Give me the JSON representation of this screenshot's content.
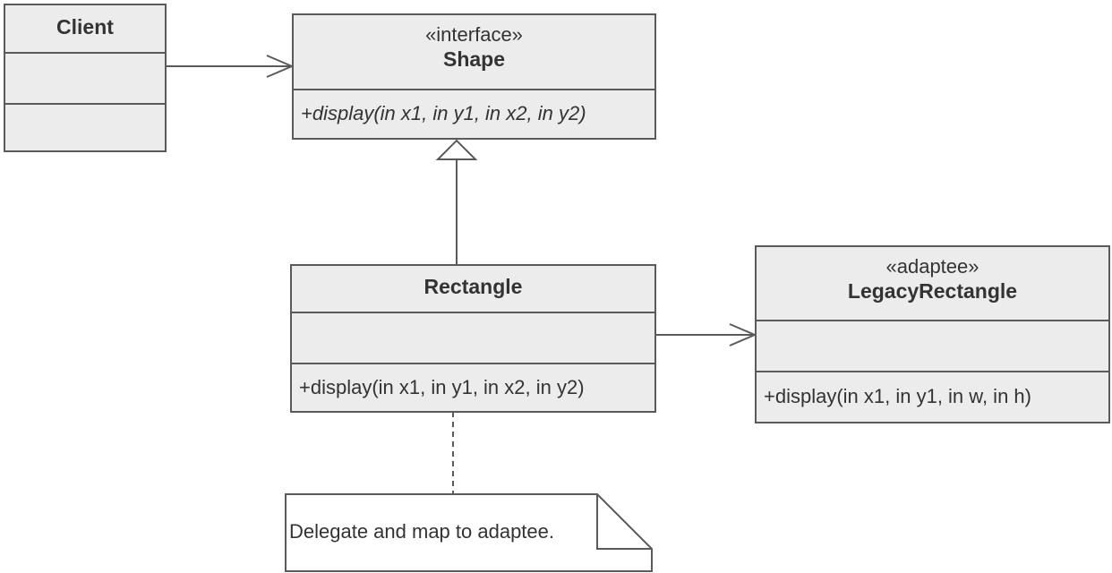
{
  "classes": {
    "client": {
      "name": "Client"
    },
    "shape": {
      "stereotype": "«interface»",
      "name": "Shape",
      "operation": "+display(in x1, in y1, in x2, in y2)"
    },
    "rectangle": {
      "name": "Rectangle",
      "operation": "+display(in x1, in y1, in x2, in y2)"
    },
    "legacy_rectangle": {
      "stereotype": "«adaptee»",
      "name": "LegacyRectangle",
      "operation": "+display(in x1, in y1, in w, in h)"
    }
  },
  "note": {
    "text": "Delegate and map to adaptee."
  },
  "relationships": [
    {
      "type": "association",
      "from": "Client",
      "to": "Shape"
    },
    {
      "type": "realization",
      "from": "Rectangle",
      "to": "Shape"
    },
    {
      "type": "association",
      "from": "Rectangle",
      "to": "LegacyRectangle"
    },
    {
      "type": "note-anchor",
      "from": "note",
      "to": "Rectangle"
    }
  ],
  "colors": {
    "fill": "#ececec",
    "stroke": "#5a5a5a",
    "text": "#333333"
  }
}
